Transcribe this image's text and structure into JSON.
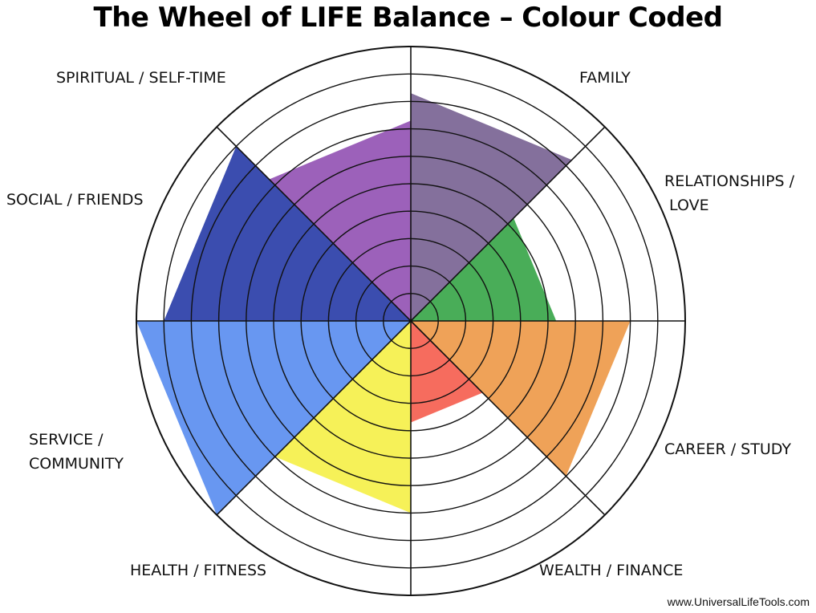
{
  "chart_data": {
    "type": "polar-area",
    "title": "The Wheel of LIFE Balance – Colour Coded",
    "rings": 10,
    "ylim": [
      0,
      10
    ],
    "grid": true,
    "segments": [
      {
        "label_lines": [
          "FAMILY"
        ],
        "value": 8.3,
        "color": "#7a6494"
      },
      {
        "label_lines": [
          "RELATIONSHIPS /",
          " LOVE"
        ],
        "value": 5.3,
        "color": "#3aa64a"
      },
      {
        "label_lines": [
          "CAREER / STUDY"
        ],
        "value": 8.0,
        "color": "#ee9a4a"
      },
      {
        "label_lines": [
          "WEALTH / FINANCE"
        ],
        "value": 3.7,
        "color": "#f55f50"
      },
      {
        "label_lines": [
          "HEALTH / FITNESS"
        ],
        "value": 7.0,
        "color": "#f5f04a"
      },
      {
        "label_lines": [
          "SERVICE /",
          "COMMUNITY"
        ],
        "value": 10.0,
        "color": "#5b8ef0"
      },
      {
        "label_lines": [
          "SOCIAL / FRIENDS"
        ],
        "value": 9.0,
        "color": "#2a3ea8"
      },
      {
        "label_lines": [
          "SPIRITUAL / SELF-TIME"
        ],
        "value": 7.3,
        "color": "#9454b4"
      }
    ]
  },
  "footer": {
    "url": "www.UniversalLifeTools.com"
  }
}
